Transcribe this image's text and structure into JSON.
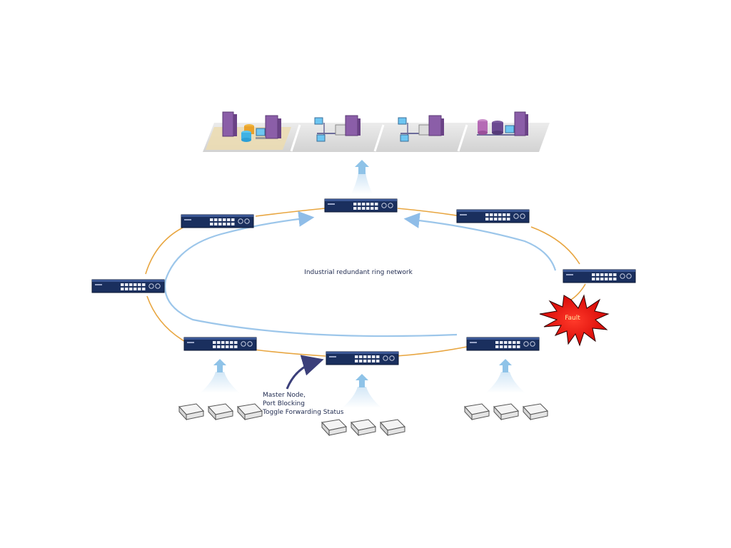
{
  "diagram": {
    "center_label": "Industrial redundant ring network",
    "fault_label": "Fault",
    "master_node_lines": [
      "Master Node,",
      "Port Blocking",
      "Toggle Forwarding Status"
    ]
  },
  "colors": {
    "switch_body": "#1a2f5e",
    "ring_orange": "#e8a641",
    "ring_blue": "#9cc6ea",
    "arrow_blue": "#a9d0ee",
    "fault_red": "#ff0000",
    "platform": "#dcdcdc",
    "server_purple": "#8b5ea8",
    "text_navy": "#1f2a4f"
  },
  "nodes": {
    "switches": [
      "switch-top",
      "switch-upper-left",
      "switch-upper-right",
      "switch-left",
      "switch-right",
      "switch-lower-left",
      "switch-bottom-master",
      "switch-lower-right"
    ],
    "platforms": [
      "server-cluster",
      "workstation-lan-1",
      "workstation-lan-2",
      "database-cluster"
    ],
    "device_groups": [
      "device-group-left",
      "device-group-center",
      "device-group-right"
    ]
  }
}
